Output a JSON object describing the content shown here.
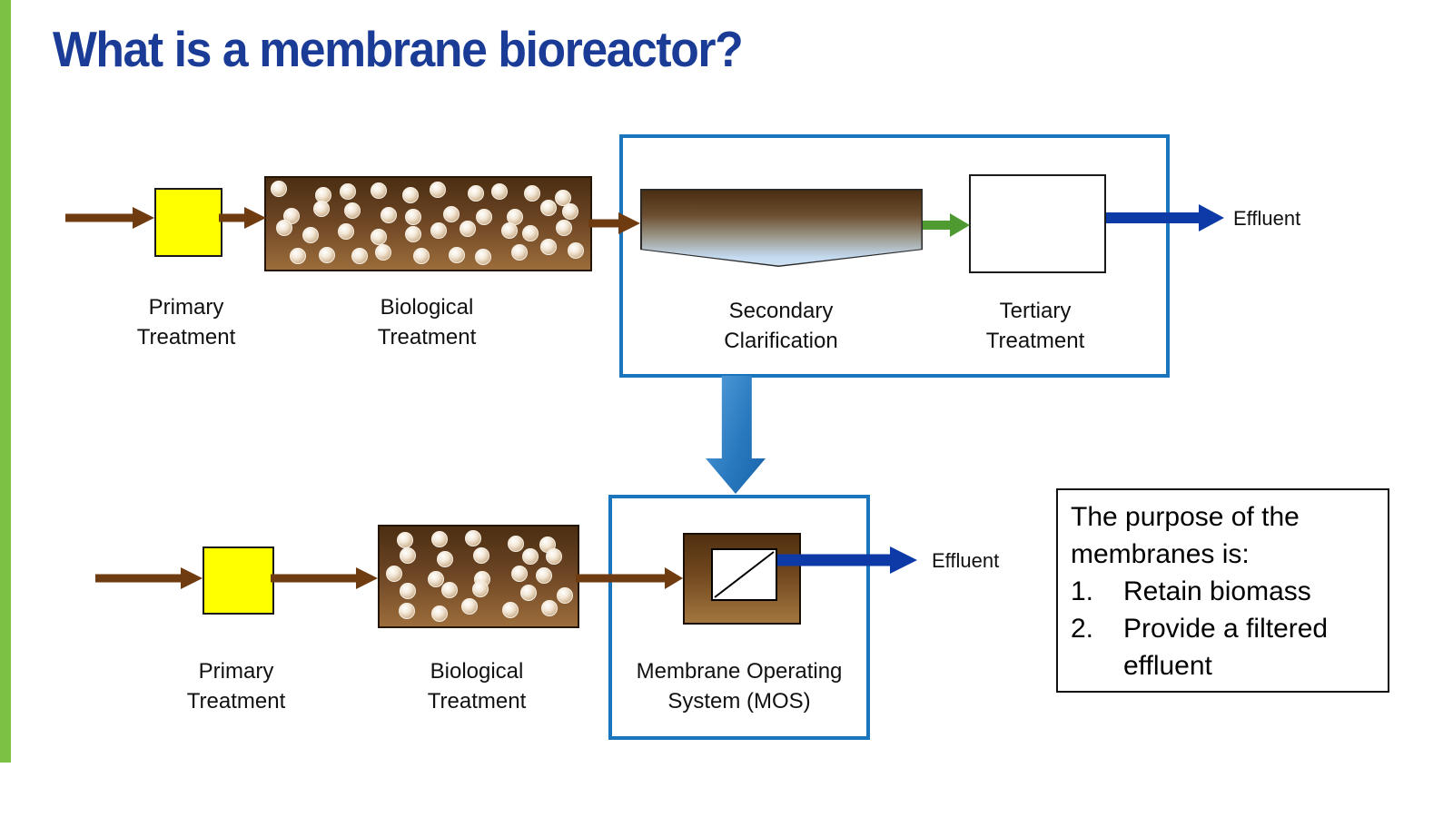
{
  "title": {
    "text": "What is a membrane bioreactor?"
  },
  "colors": {
    "accent_green": "#7CC143",
    "title": "#1A3C96",
    "outline_blue": "#1B75BC",
    "brown": "#6F3B10",
    "green_arrow": "#4F9B31",
    "blue_arrow": "#0D3AA6"
  },
  "diagram_top": {
    "stages": [
      {
        "label": "Primary\nTreatment"
      },
      {
        "label": "Biological\nTreatment"
      },
      {
        "label": "Secondary\nClarification"
      },
      {
        "label": "Tertiary\nTreatment"
      }
    ],
    "effluent_label": "Effluent"
  },
  "diagram_bottom": {
    "stages": [
      {
        "label": "Primary\nTreatment"
      },
      {
        "label": "Biological\nTreatment"
      },
      {
        "label": "Membrane Operating\nSystem (MOS)"
      }
    ],
    "effluent_label": "Effluent"
  },
  "purpose_box": {
    "intro": "The purpose of the membranes is:",
    "items": [
      {
        "number": "1.",
        "text": "Retain biomass"
      },
      {
        "number": "2.",
        "text": "Provide a filtered effluent"
      }
    ]
  },
  "decor": {
    "top_bio_dots": 40,
    "bottom_bio_dots": 25
  }
}
